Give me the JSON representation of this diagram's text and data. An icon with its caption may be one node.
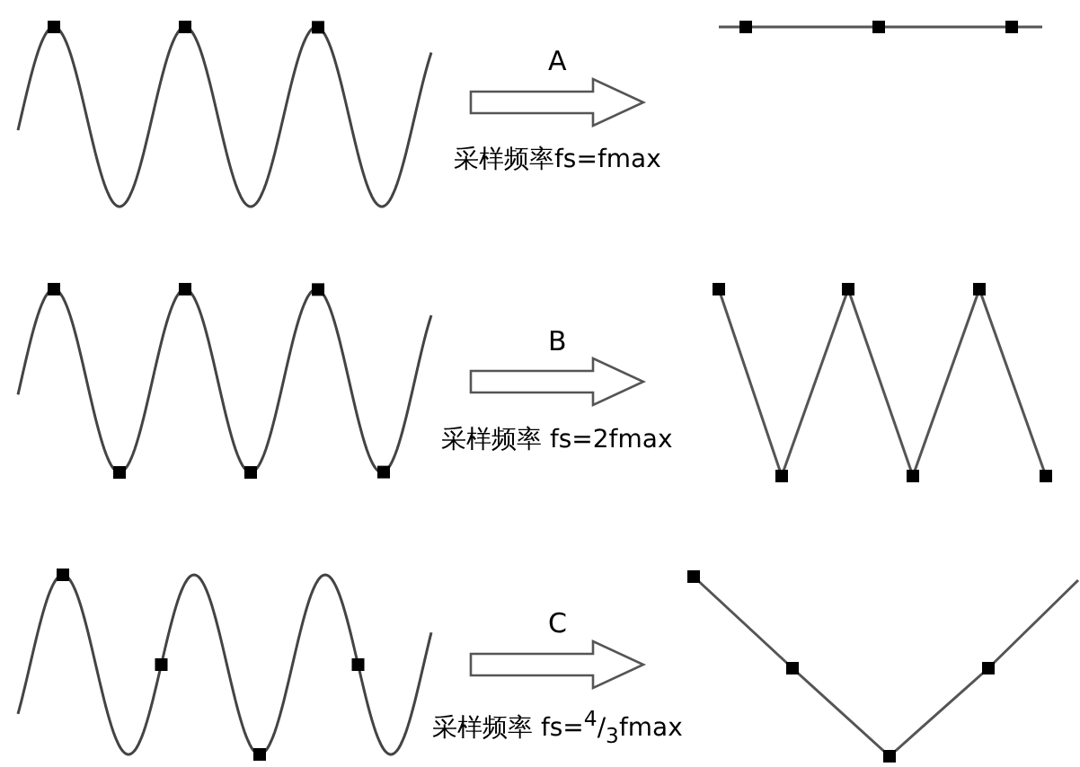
{
  "diagram": {
    "nodes": [
      {
        "text": [],
        "shape": "picture"
      },
      {
        "text": [],
        "shape": "picture"
      },
      {
        "text": [],
        "shape": "picture"
      },
      {
        "text": [],
        "shape": "picture"
      },
      {
        "text": [],
        "shape": "picture"
      },
      {
        "text": [],
        "shape": "picture"
      }
    ],
    "edges": [
      {
        "from": 0,
        "to": 1,
        "arrow": "to",
        "label": "A"
      },
      {
        "from": 2,
        "to": 3,
        "arrow": "to",
        "label": "B"
      },
      {
        "from": 4,
        "to": 5,
        "arrow": "to",
        "label": "C"
      }
    ],
    "labels": [
      "采样频率fs=fmax",
      "采样频率 fs=2fmax",
      "采样频率 fs=$^{4}$/$_{3}$fmax"
    ]
  }
}
